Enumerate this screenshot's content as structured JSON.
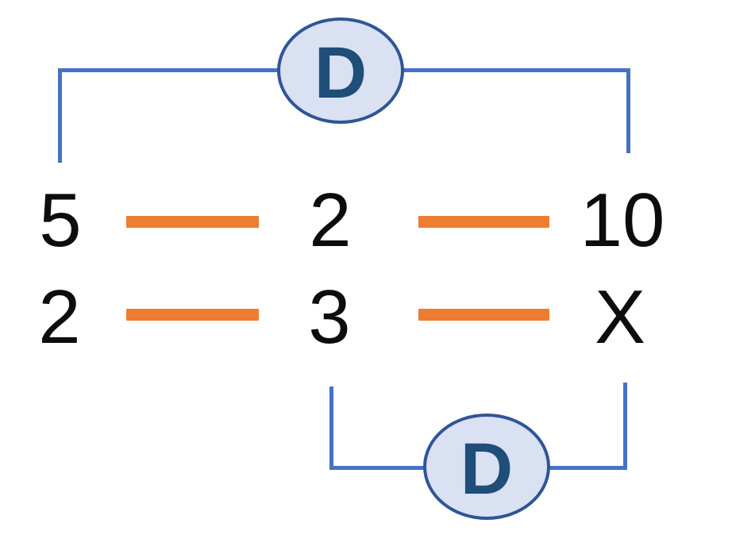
{
  "colors": {
    "connector_blue": "#4472C4",
    "badge_fill": "#D9E1F2",
    "badge_stroke": "#2F5597",
    "badge_letter": "#1F4E79",
    "dash_orange": "#ED7D31",
    "number_black": "#0D0D0D",
    "background": "#FFFFFF"
  },
  "proportion": {
    "top_badge": {
      "label": "D"
    },
    "bottom_badge": {
      "label": "D"
    },
    "rows": [
      {
        "left": "5",
        "middle": "2",
        "right": "10"
      },
      {
        "left": "2",
        "middle": "3",
        "right": "X"
      }
    ]
  }
}
